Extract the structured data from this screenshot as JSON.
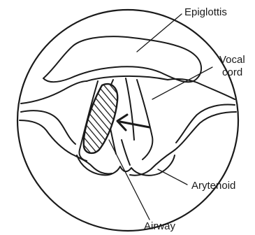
{
  "labels": {
    "epiglottis": "Epiglottis",
    "vocal_cord_line1": "Vocal",
    "vocal_cord_line2": "cord",
    "arytenoid": "Arytenoid",
    "airway": "Airway"
  },
  "colors": {
    "ink": "#1a1a1a",
    "background": "#ffffff",
    "lesion_fill": "#ffffff"
  }
}
